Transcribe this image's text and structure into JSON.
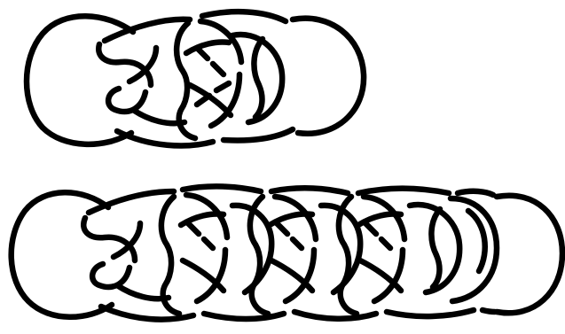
{
  "figure": {
    "stroke_color": "#000000",
    "background": "#ffffff",
    "diagrams": [
      {
        "name": "knot-diagram-top",
        "loops": 5
      },
      {
        "name": "knot-diagram-bottom",
        "loops": 9
      }
    ]
  }
}
